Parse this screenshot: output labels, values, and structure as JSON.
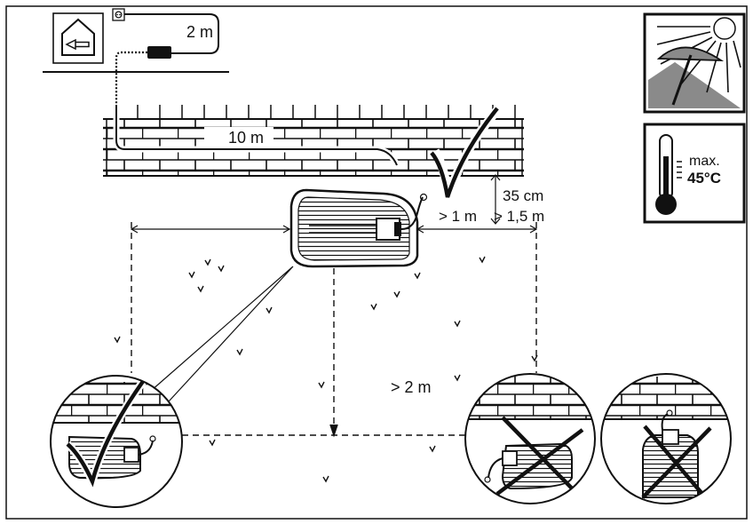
{
  "labels": {
    "cable_short": "2 m",
    "cable_long": "10 m",
    "height": "35 cm",
    "side_gap": "> 1 m",
    "side_gap_max": "> 1,5 m",
    "front_gap": "> 2 m",
    "temp_prefix": "max.",
    "temp_value": "45°C"
  },
  "icons": {
    "house": "house-with-arrow-icon",
    "socket": "power-socket-icon",
    "sun": "sun-umbrella-icon",
    "thermometer": "thermometer-icon",
    "correct": "checkmark-icon",
    "wrong": "cross-icon"
  },
  "colors": {
    "line": "#111111",
    "grey_fill": "#8a8a8a",
    "background": "#ffffff"
  }
}
